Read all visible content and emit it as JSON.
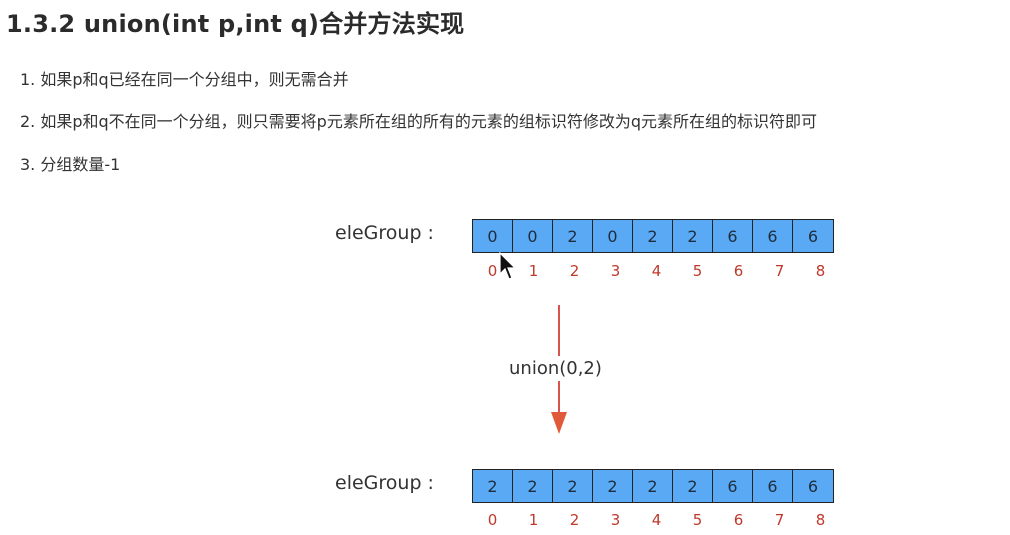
{
  "title": "1.3.2 union(int p,int q)合并方法实现",
  "steps": [
    "1. 如果p和q已经在同一个分组中，则无需合并",
    "2. 如果p和q不在同一个分组，则只需要将p元素所在组的所有的元素的组标识符修改为q元素所在组的标识符即可",
    "3. 分组数量-1"
  ],
  "before": {
    "label": "eleGroup :",
    "values": [
      "0",
      "0",
      "2",
      "0",
      "2",
      "2",
      "6",
      "6",
      "6"
    ],
    "indices": [
      "0",
      "1",
      "2",
      "3",
      "4",
      "5",
      "6",
      "7",
      "8"
    ]
  },
  "operation": "union(0,2)",
  "after": {
    "label": "eleGroup :",
    "values": [
      "2",
      "2",
      "2",
      "2",
      "2",
      "2",
      "6",
      "6",
      "6"
    ],
    "indices": [
      "0",
      "1",
      "2",
      "3",
      "4",
      "5",
      "6",
      "7",
      "8"
    ]
  },
  "colors": {
    "cell": "#5aa9f5",
    "index": "#c0392b",
    "arrow": "#d9534f"
  },
  "icons": {
    "cursor": "mouse-pointer-icon"
  }
}
